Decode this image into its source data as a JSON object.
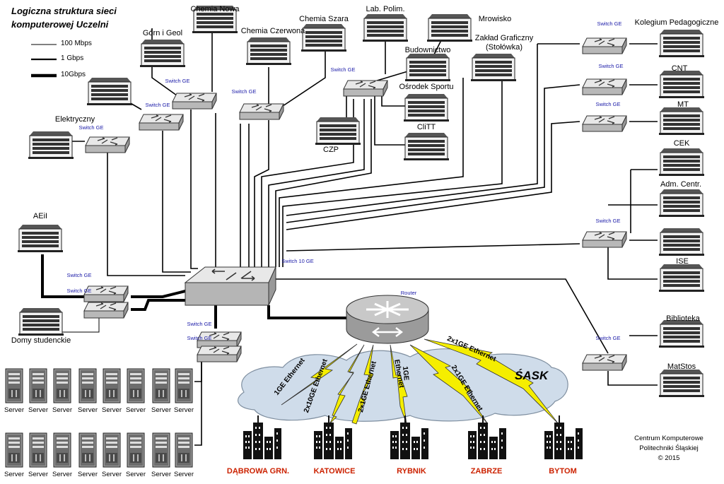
{
  "title_line1": "Logiczna struktura sieci",
  "title_line2": "komputerowej Uczelni",
  "legend": {
    "l1": "100 Mbps",
    "l2": "1 Gbps",
    "l3": "10Gbps"
  },
  "buildings": {
    "chemia_nowa": "Chemia Nowa",
    "chemia_szara": "Chemia Szara",
    "lab_polim": "Lab. Polim.",
    "mrowisko": "Mrowisko",
    "gorn_geol": "Górn i Geol",
    "chemia_czerwona": "Chemia Czerwona",
    "zaklad_graficzny": "Zakład Graficzny",
    "stolowka": "(Stołówka)",
    "budownictwo": "Budownictwo",
    "osrodek_sportu": "Ośrodek Sportu",
    "clitt": "CliTT",
    "czp": "CZP",
    "elektryczny": "Elektryczny",
    "aeii": "AEiI",
    "domy_studenckie": "Domy studenckie",
    "kolegium": "Kolegium Pedagogiczne",
    "cnt": "CNT",
    "mt": "MT",
    "cek": "CEK",
    "adm_centr": "Adm. Centr.",
    "ise": "ISE",
    "biblioteka": "Biblioteka",
    "matstos": "MatStos"
  },
  "switch_ge": "Switch GE",
  "switch_10ge": "Switch 10 GE",
  "router": "Router",
  "server": "Server",
  "wan_links": {
    "l1": "1GE Ethernet",
    "l2": "2x10GE Ethernet",
    "l3": "2x1GE Ethernet",
    "l4a": "1GE",
    "l4b": "Ethernet",
    "l5": "2x1GE Ethernet",
    "l6": "2x1GE Ethernet"
  },
  "sask": "ŚASK",
  "cities": {
    "dabrowa": "DĄBROWA GRN.",
    "katowice": "KATOWICE",
    "rybnik": "RYBNIK",
    "zabrze": "ZABRZE",
    "bytom": "BYTOM"
  },
  "credit": {
    "l1": "Centrum Komputerowe",
    "l2": "Politechniki Śląskiej",
    "l3": "© 2015"
  },
  "colors": {
    "lightning": "#f5ee00",
    "cloud": "#cfdcea",
    "switch": "#c8c8c8",
    "city_label": "#cc2200",
    "switch_label": "#1a1aa8"
  }
}
